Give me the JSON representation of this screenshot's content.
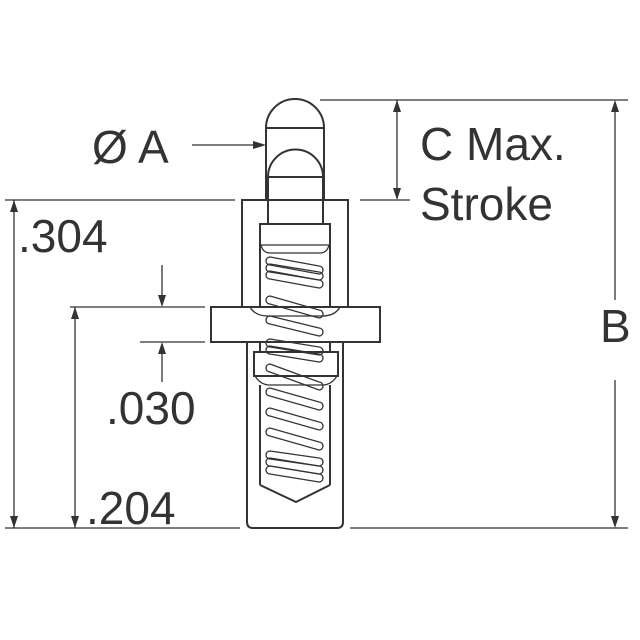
{
  "labels": {
    "diameter": "Ø A",
    "stroke_line1": "C Max.",
    "stroke_line2": "Stroke",
    "overall": "B",
    "dim_304": ".304",
    "dim_030": ".030",
    "dim_204": ".204"
  },
  "colors": {
    "line": "#333333",
    "background": "#ffffff"
  }
}
